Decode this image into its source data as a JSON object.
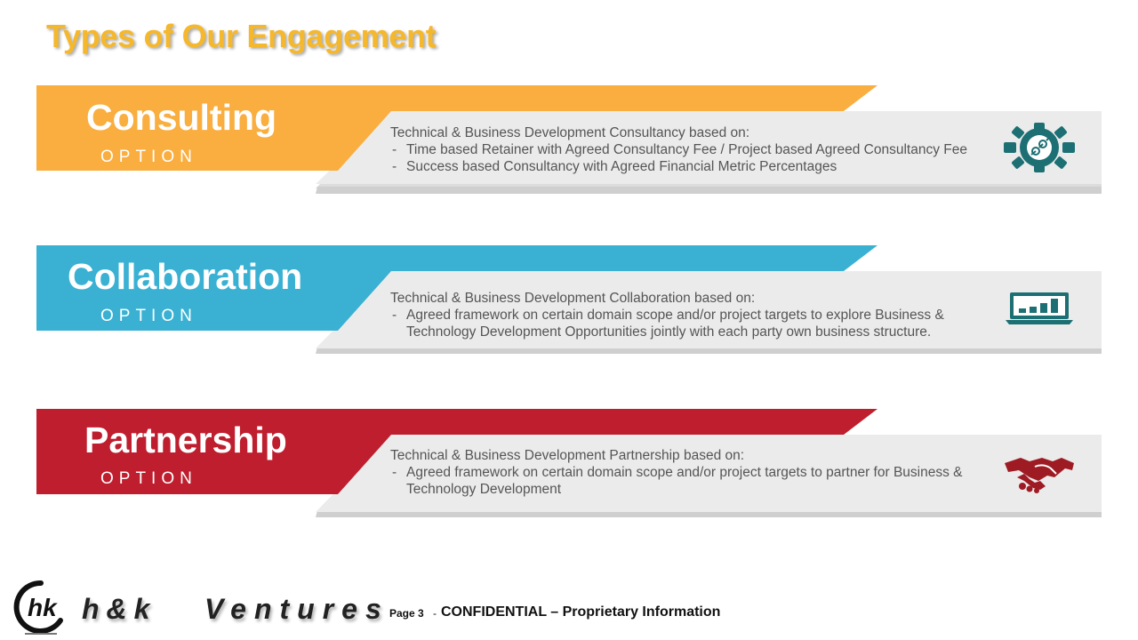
{
  "page": {
    "title": "Types of Our Engagement"
  },
  "options": [
    {
      "heading": "Consulting",
      "subheading": "OPTION",
      "color": "#f9ae3f",
      "icon": "gear-icon",
      "intro": "Technical & Business Development Consultancy  based on:",
      "bullets": [
        "Time based Retainer with Agreed Consultancy  Fee / Project based Agreed Consultancy  Fee",
        "Success based Consultancy  with Agreed Financial Metric Percentages"
      ]
    },
    {
      "heading": "Collaboration",
      "subheading": "OPTION",
      "color": "#3ab1d3",
      "icon": "laptop-chart-icon",
      "intro": "Technical & Business Development Collaboration based on:",
      "bullets": [
        "Agreed framework on certain domain scope and/or project targets to explore Business & Technology  Development Opportunities jointly with each party own business structure."
      ]
    },
    {
      "heading": "Partnership",
      "subheading": "OPTION",
      "color": "#be1e2d",
      "icon": "handshake-icon",
      "intro": "Technical & Business Development Partnership based on:",
      "bullets": [
        "Agreed framework on certain domain scope and/or project targets to partner for Business & Technology   Development"
      ]
    }
  ],
  "footer": {
    "logo_text": "hk",
    "brand_first": "h&k",
    "brand_second": "Ventures",
    "page_label": "Page 3",
    "separator": "-",
    "confidential": "CONFIDENTIAL – Proprietary Information"
  }
}
